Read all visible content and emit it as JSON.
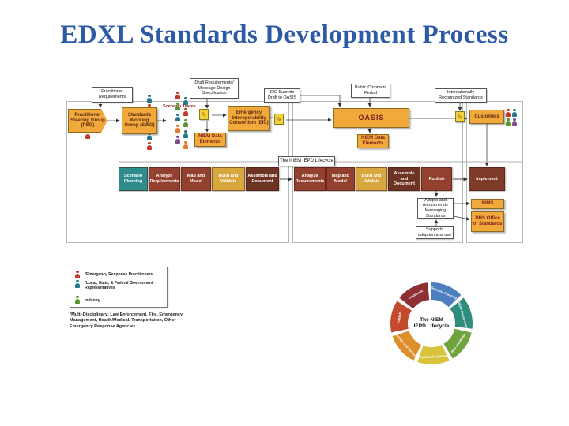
{
  "title": "EDXL Standards Development Process",
  "flow": {
    "practitioner_requirements": "Practitioner Requirements",
    "psg": "Practitioner Steering Group (PSG)",
    "swg": "Standards Working Group (SWG)",
    "scenario_teams": "Scenario Teams",
    "draft_spec": "Draft Requirements/ Message Design Specification",
    "niem_left": "NIEM Data Elements",
    "eic": "Emergency Interoperability Consortium (EIC)",
    "eic_submits": "EIC Submits Draft to OASIS",
    "public_comment": "Public Comment Period",
    "oasis": "OASIS",
    "niem_right": "NIEM Data Elements",
    "intl_standards": "Internationally Recognized Standards",
    "customers": "Customers",
    "band_label": "The NIEM IEPD Lifecycle",
    "adopts": "Adopts and recommends Messaging Standards",
    "nims": "NIMS",
    "dhs_office": "DHS Office of Standards",
    "supports": "Supports adoption and use"
  },
  "stages": [
    {
      "label": "Scenario Planning",
      "color": "#2F8C8C"
    },
    {
      "label": "Analyze Requirements",
      "color": "#93402E"
    },
    {
      "label": "Map and Model",
      "color": "#93402E"
    },
    {
      "label": "Build and Validate",
      "color": "#D8A73E"
    },
    {
      "label": "Assemble and Document",
      "color": "#6E3423"
    },
    {
      "label": "Analyze Requirements",
      "color": "#93402E"
    },
    {
      "label": "Map and Model",
      "color": "#93402E"
    },
    {
      "label": "Build and Validate",
      "color": "#D8A73E"
    },
    {
      "label": "Assemble and Document",
      "color": "#6E3423"
    },
    {
      "label": "Publish",
      "color": "#93402E"
    },
    {
      "label": "Implement",
      "color": "#7E3B28"
    }
  ],
  "legend": {
    "items": [
      {
        "label": "*Emergency Response Practitioners"
      },
      {
        "label": "*Local, State, & Federal Government Representatives"
      },
      {
        "label": "Industry"
      }
    ],
    "footnote": "*Multi-Disciplinary: Law Enforcement, Fire, Emergency Management, Health/Medical, Transportation, Other Emergency Response Agencies"
  },
  "lifecycle_circle": {
    "center_label": "The NIEM IEPD Lifecycle",
    "segments": [
      {
        "label": "Scenario Planning",
        "color": "#4D7EBE"
      },
      {
        "label": "Analyze Requirements",
        "color": "#2E8C7E"
      },
      {
        "label": "Map and Model",
        "color": "#70A23D"
      },
      {
        "label": "Build and Validate",
        "color": "#D9C33C"
      },
      {
        "label": "Assemble and Document",
        "color": "#DC8F2B"
      },
      {
        "label": "Publish",
        "color": "#C44A2E"
      },
      {
        "label": "Implement",
        "color": "#8E2F33"
      }
    ]
  },
  "colors": {
    "title": "#2D5AA6",
    "box_orange": "#F2A93C"
  }
}
